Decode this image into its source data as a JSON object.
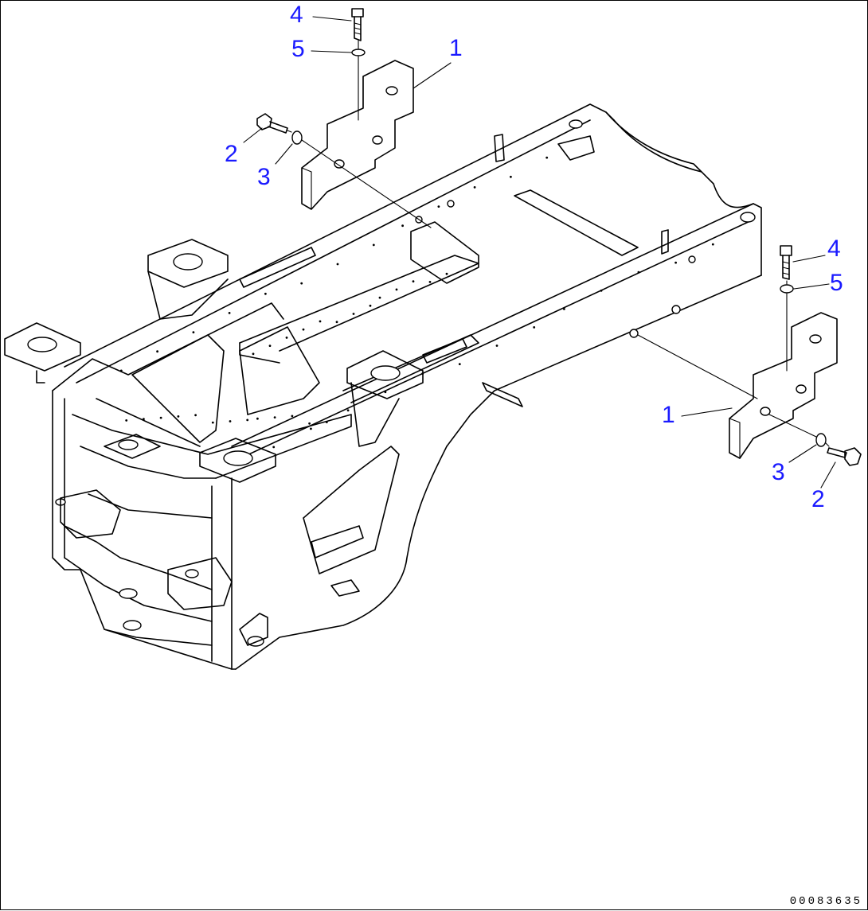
{
  "callouts": [
    {
      "label": "4"
    },
    {
      "label": "5"
    },
    {
      "label": "1"
    },
    {
      "label": "2"
    },
    {
      "label": "3"
    },
    {
      "label": "4"
    },
    {
      "label": "5"
    },
    {
      "label": "1"
    },
    {
      "label": "3"
    },
    {
      "label": "2"
    }
  ],
  "drawing_number": "00083635",
  "colors": {
    "callout": "#1a1aff",
    "line": "#000000",
    "background": "#ffffff"
  }
}
